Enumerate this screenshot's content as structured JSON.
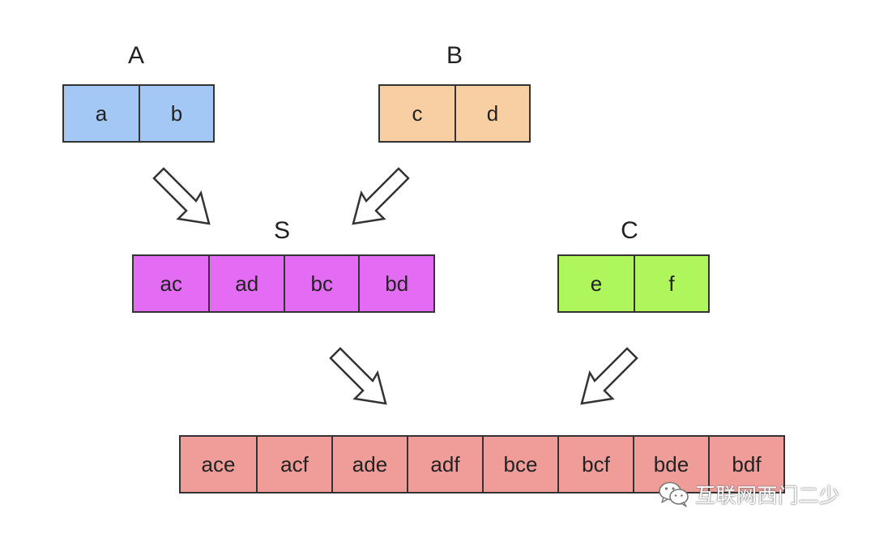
{
  "sets": {
    "A": {
      "label": "A",
      "cells": [
        "a",
        "b"
      ],
      "color": "#a3c8f5"
    },
    "B": {
      "label": "B",
      "cells": [
        "c",
        "d"
      ],
      "color": "#f8cfa3"
    },
    "S": {
      "label": "S",
      "cells": [
        "ac",
        "ad",
        "bc",
        "bd"
      ],
      "color": "#e46cf5"
    },
    "C": {
      "label": "C",
      "cells": [
        "e",
        "f"
      ],
      "color": "#aff55c"
    },
    "result": {
      "cells": [
        "ace",
        "acf",
        "ade",
        "adf",
        "bce",
        "bcf",
        "bde",
        "bdf"
      ],
      "color": "#f09d99"
    }
  },
  "watermark": {
    "text": "互联网西门二少",
    "icon": "wechat-icon"
  },
  "arrows": [
    {
      "from": "A",
      "to": "S",
      "direction": "down-right"
    },
    {
      "from": "B",
      "to": "S",
      "direction": "down-left"
    },
    {
      "from": "S",
      "to": "result",
      "direction": "down-right"
    },
    {
      "from": "C",
      "to": "result",
      "direction": "down-left"
    }
  ]
}
